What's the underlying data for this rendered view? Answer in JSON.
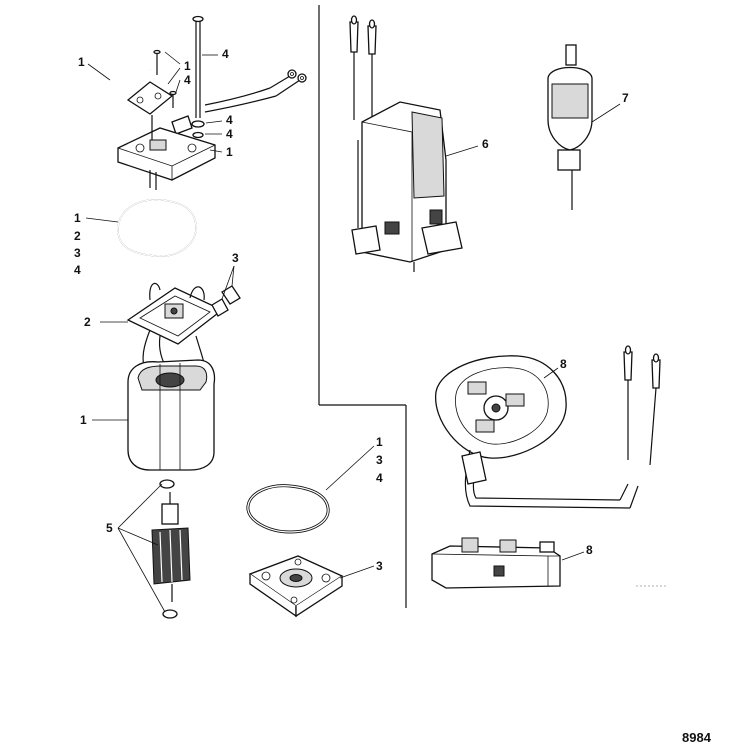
{
  "callouts": {
    "c1a": "1",
    "c1b": "1",
    "c4a": "4",
    "c4b": "4",
    "c4c": "4",
    "c4d": "4",
    "c1c": "1",
    "s1": "1",
    "s2": "2",
    "s3": "3",
    "s4": "4",
    "c3a": "3",
    "c2": "2",
    "c1d": "1",
    "c5": "5",
    "r1": "1",
    "r3": "3",
    "r4": "4",
    "c3b": "3",
    "c6": "6",
    "c7": "7",
    "c8a": "8",
    "c8b": "8"
  },
  "figure_code": "8984",
  "colors": {
    "ink": "#111111",
    "shade": "#d9d9d9",
    "background": "#ffffff"
  }
}
